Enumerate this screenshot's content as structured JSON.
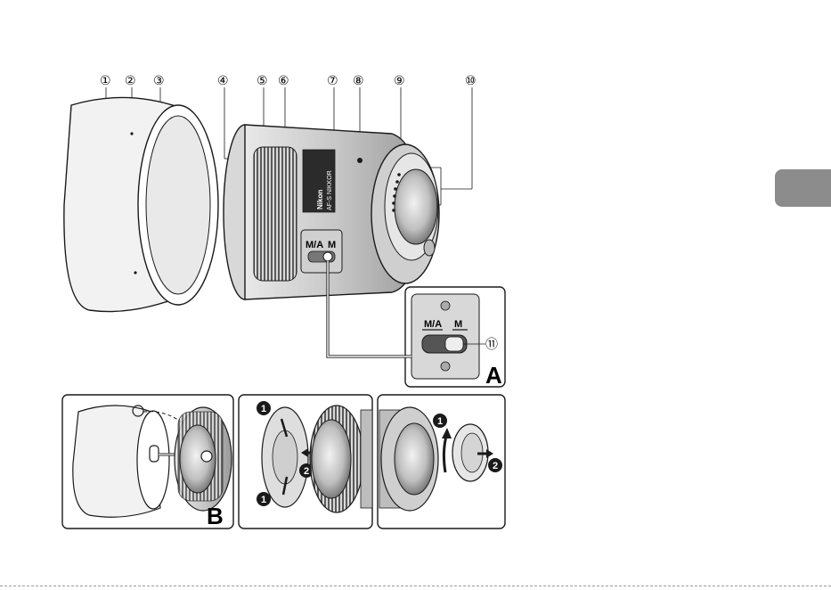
{
  "callouts": [
    "①",
    "②",
    "③",
    "④",
    "⑤",
    "⑥",
    "⑦",
    "⑧",
    "⑨",
    "⑩",
    "⑪"
  ],
  "panels": {
    "A": {
      "letter": "A",
      "switch_left": "M/A",
      "switch_right": "M",
      "callout": "⑪"
    },
    "B": {
      "letter": "B"
    },
    "C": {
      "step1": "1",
      "step2": "2"
    },
    "D": {
      "step1": "1",
      "step2": "2"
    }
  },
  "lens_text": {
    "brand": "Nikon",
    "model": "AF-S NIKKOR",
    "switch_left": "M/A",
    "switch_right": "M"
  },
  "colors": {
    "line": "#1a1a1a",
    "fill_light": "#ededed",
    "fill_mid": "#bdbdbd",
    "fill_dark": "#444444",
    "tab": "#8c8c8c"
  }
}
